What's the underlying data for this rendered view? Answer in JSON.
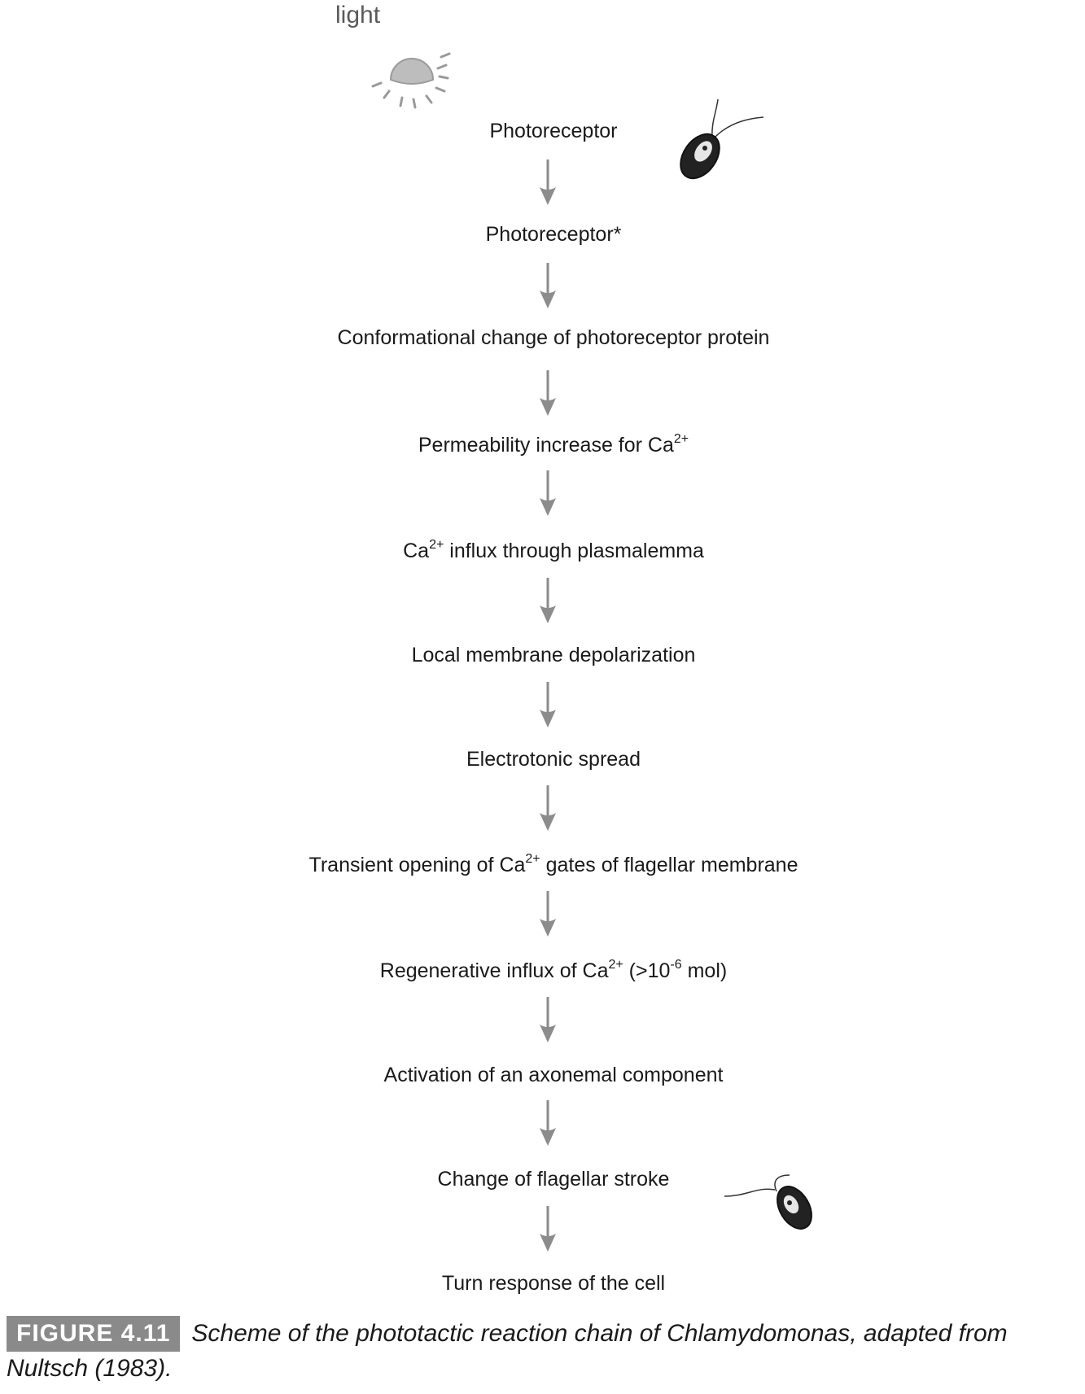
{
  "light_label": "light",
  "steps": [
    {
      "pre": "Photoreceptor",
      "sup": "",
      "mid": "",
      "sup2": "",
      "post": ""
    },
    {
      "pre": "Photoreceptor*",
      "sup": "",
      "mid": "",
      "sup2": "",
      "post": ""
    },
    {
      "pre": "Conformational change of photoreceptor protein",
      "sup": "",
      "mid": "",
      "sup2": "",
      "post": ""
    },
    {
      "pre": "Permeability increase for Ca",
      "sup": "2+",
      "mid": "",
      "sup2": "",
      "post": ""
    },
    {
      "pre": "Ca",
      "sup": "2+",
      "mid": " influx through plasmalemma",
      "sup2": "",
      "post": ""
    },
    {
      "pre": "Local membrane depolarization",
      "sup": "",
      "mid": "",
      "sup2": "",
      "post": ""
    },
    {
      "pre": "Electrotonic spread",
      "sup": "",
      "mid": "",
      "sup2": "",
      "post": ""
    },
    {
      "pre": "Transient opening of Ca",
      "sup": "2+",
      "mid": " gates of flagellar membrane",
      "sup2": "",
      "post": ""
    },
    {
      "pre": "Regenerative influx of Ca",
      "sup": "2+",
      "mid": " (>10",
      "sup2": "-6",
      "post": " mol)"
    },
    {
      "pre": "Activation of an axonemal component",
      "sup": "",
      "mid": "",
      "sup2": "",
      "post": ""
    },
    {
      "pre": "Change of flagellar stroke",
      "sup": "",
      "mid": "",
      "sup2": "",
      "post": ""
    },
    {
      "pre": "Turn response of the cell",
      "sup": "",
      "mid": "",
      "sup2": "",
      "post": ""
    }
  ],
  "caption": {
    "figure_label": "FIGURE 4.11",
    "text": "Scheme of the phototactic reaction chain of Chlamydomonas, adapted from Nultsch (1983)."
  },
  "colors": {
    "arrow": "#8c8c8c",
    "sun": "#9a9a9a",
    "badge": "#8a8a8a"
  },
  "icons": [
    "sun-icon",
    "chlamydomonas-cell-icon"
  ]
}
